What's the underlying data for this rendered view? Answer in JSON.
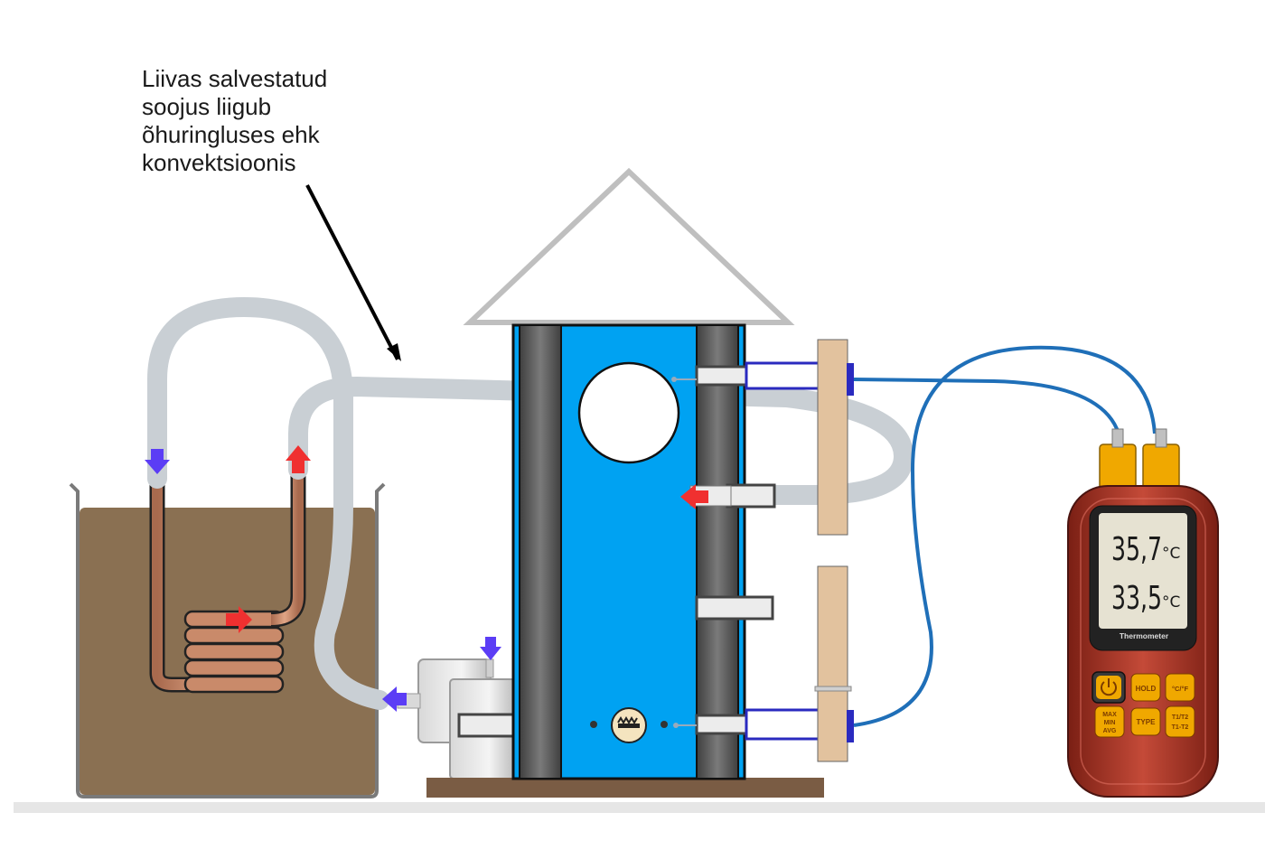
{
  "caption": {
    "lines": [
      "Liivas salvestatud",
      "soojus liigub",
      "õhuringluses ehk",
      "konvektsioonis"
    ]
  },
  "thermometer": {
    "reading1": "35,7",
    "reading2": "33,5",
    "unit": "°C",
    "label": "Thermometer",
    "buttons": {
      "hold": "HOLD",
      "cf": "°C/°F",
      "max": "MAX",
      "min": "MIN",
      "avg": "AVG",
      "type": "TYPE",
      "t1t2": "T1/T2",
      "t1mt2": "T1-T2"
    }
  },
  "colors": {
    "sand": "#8a7052",
    "copper": "#c98a6a",
    "tube": "#c9cfd4",
    "column": "#00a2f2",
    "pipe": "#555555",
    "wood": "#e2c29e",
    "base": "#7a5c44",
    "wire": "#1f6fb8",
    "arrow_cold": "#5b3df5",
    "arrow_hot": "#f03030",
    "meter_body": "#b23a2a",
    "meter_plug": "#f0a800"
  },
  "icons": [
    "power-icon",
    "heating-element-icon",
    "down-arrow-icon",
    "up-arrow-icon",
    "left-arrow-icon",
    "right-arrow-icon"
  ]
}
